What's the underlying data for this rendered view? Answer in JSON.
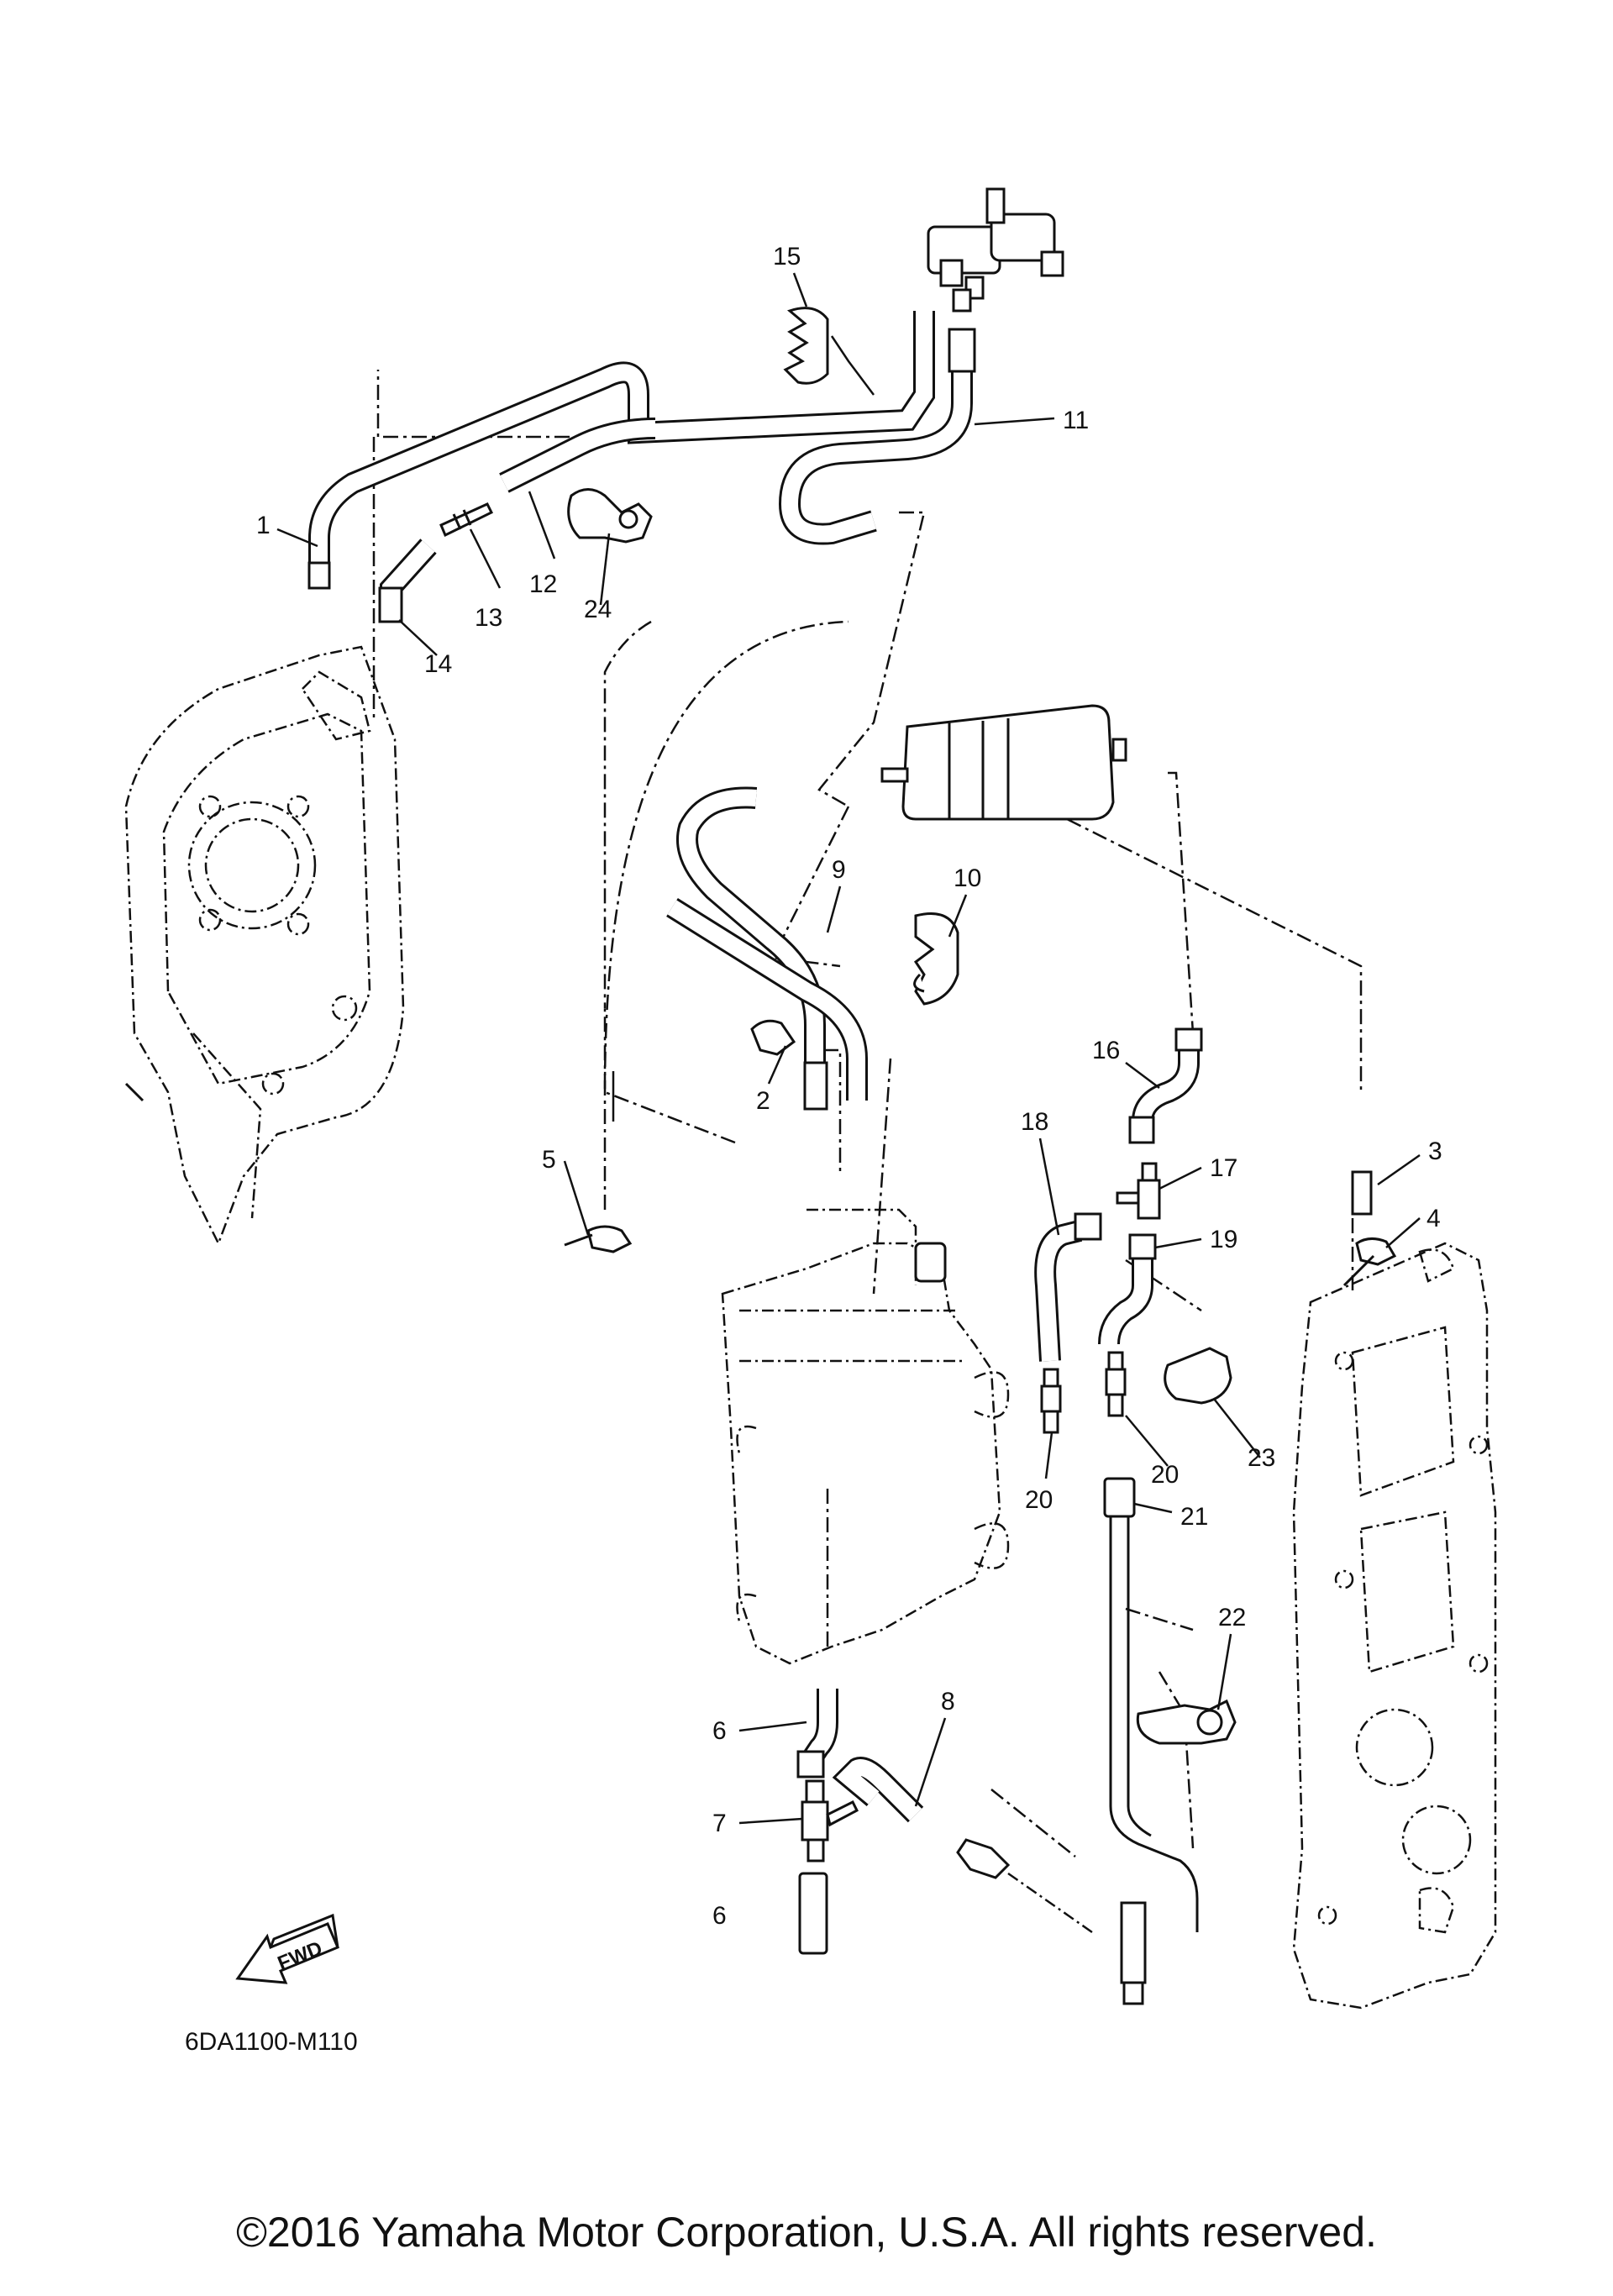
{
  "callouts": [
    {
      "label": "1"
    },
    {
      "label": "2"
    },
    {
      "label": "3"
    },
    {
      "label": "4"
    },
    {
      "label": "5"
    },
    {
      "label": "6"
    },
    {
      "label": "6"
    },
    {
      "label": "7"
    },
    {
      "label": "8"
    },
    {
      "label": "9"
    },
    {
      "label": "10"
    },
    {
      "label": "11"
    },
    {
      "label": "12"
    },
    {
      "label": "13"
    },
    {
      "label": "14"
    },
    {
      "label": "15"
    },
    {
      "label": "16"
    },
    {
      "label": "17"
    },
    {
      "label": "18"
    },
    {
      "label": "19"
    },
    {
      "label": "20"
    },
    {
      "label": "20"
    },
    {
      "label": "21"
    },
    {
      "label": "22"
    },
    {
      "label": "23"
    },
    {
      "label": "24"
    }
  ],
  "fwd_label": "FWD",
  "diagram_code": "6DA1100-M110",
  "copyright": "©2016 Yamaha Motor Corporation, U.S.A. All rights reserved."
}
